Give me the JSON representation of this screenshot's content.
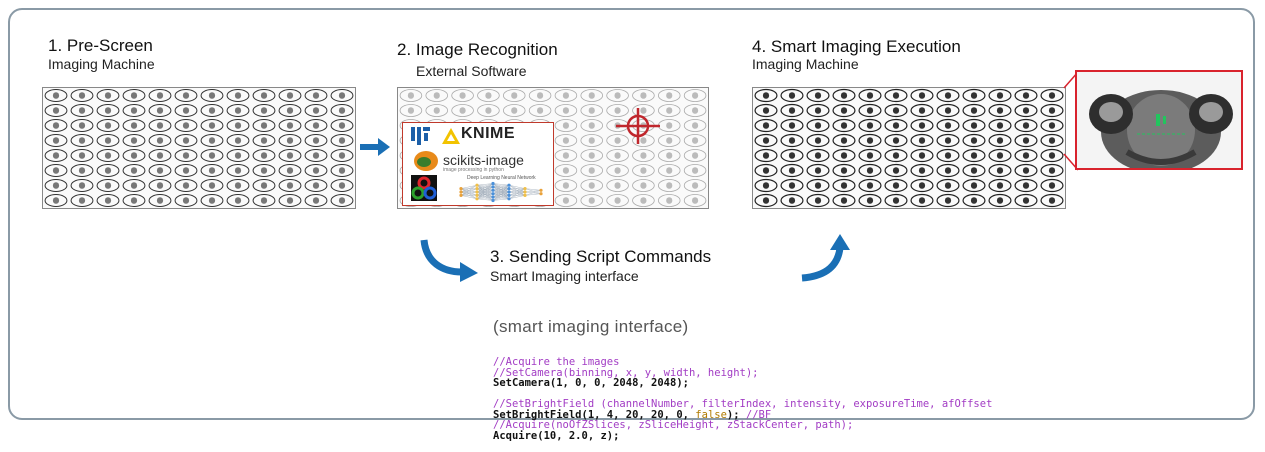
{
  "steps": {
    "step1": {
      "title": "1. Pre-Screen",
      "subtitle": "Imaging Machine"
    },
    "step2": {
      "title": "2. Image Recognition",
      "subtitle": "External Software"
    },
    "step3": {
      "title": "3. Sending Script Commands",
      "subtitle": "Smart Imaging interface"
    },
    "step4": {
      "title": "4. Smart Imaging Execution",
      "subtitle": "Imaging Machine"
    }
  },
  "software_logos": {
    "knime": "KNIME",
    "scikit": "scikits-image",
    "scikit_sub": "image processing in python",
    "deep_learning": "Deep Learning Neural Network"
  },
  "script": {
    "heading": "(smart imaging interface)",
    "lines": [
      {
        "kind": "cmt",
        "text": "//Acquire the images"
      },
      {
        "kind": "cmt",
        "text": "//SetCamera(binning, x, y, width, height);"
      },
      {
        "kind": "cmd",
        "text": "SetCamera(1, 0, 0, 2048, 2048);"
      },
      {
        "kind": "blank",
        "text": ""
      },
      {
        "kind": "cmt",
        "text": "//SetBrightField (channelNumber, filterIndex, intensity, exposureTime, afOffset"
      },
      {
        "kind": "cmd_mixed",
        "text": "SetBrightField(1, 4, 20, 20, 0, ",
        "kw": "false",
        "tail": "); ",
        "comment": "//BF"
      },
      {
        "kind": "cmt",
        "text": "//Acquire(noOfZSlices, zSliceHeight, zStackCenter, path);"
      },
      {
        "kind": "cmd",
        "text": "Acquire(10, 2.0, z);"
      }
    ]
  },
  "colors": {
    "frame_border": "#8a9aa6",
    "arrow_blue": "#1a6fb5",
    "highlight_red": "#d9232d",
    "comment_purple": "#a23cc4"
  }
}
